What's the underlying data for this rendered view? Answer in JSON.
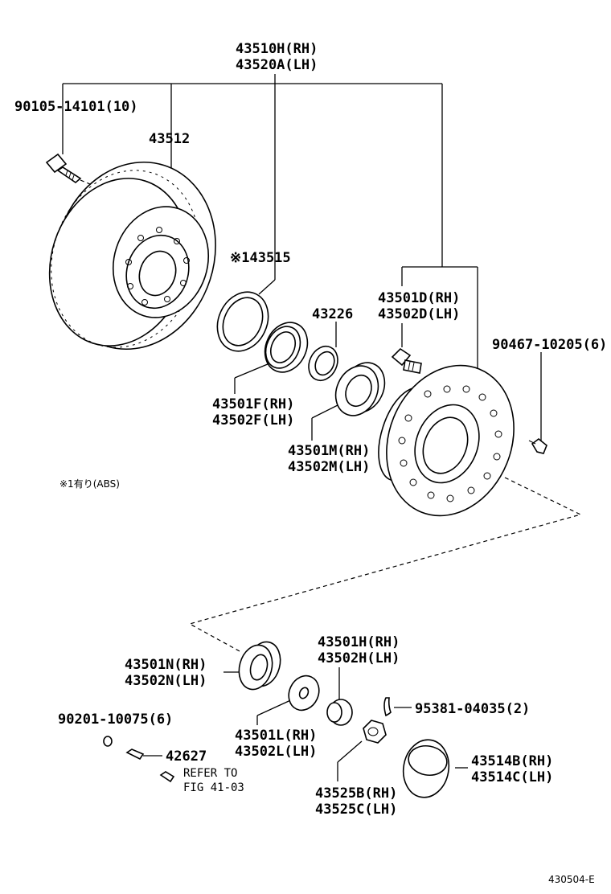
{
  "labels": {
    "assy_rh": "43510H(RH)",
    "assy_lh": "43520A(LH)",
    "bolt": "90105-14101(10)",
    "disc": "43512",
    "abs_ring": "※143515",
    "spacer": "43226",
    "oil_seal_rh": "43501F(RH)",
    "oil_seal_lh": "43502F(LH)",
    "inner_bearing_rh": "43501M(RH)",
    "inner_bearing_lh": "43502M(LH)",
    "hub_rh": "43501D(RH)",
    "hub_lh": "43502D(LH)",
    "screw": "90467-10205(6)",
    "abs_note": "※1有り(ABS)",
    "outer_bearing_rh": "43501N(RH)",
    "outer_bearing_lh": "43502N(LH)",
    "retainer_rh": "43501H(RH)",
    "retainer_lh": "43502H(LH)",
    "cotter_pin": "95381-04035(2)",
    "washer_rh": "43501L(RH)",
    "washer_lh": "43502L(LH)",
    "nut": "90201-10075(6)",
    "stud": "42627",
    "refer_1": "REFER TO",
    "refer_2": "FIG 41-03",
    "lock_nut_rh": "43525B(RH)",
    "lock_nut_lh": "43525C(LH)",
    "cap_rh": "43514B(RH)",
    "cap_lh": "43514C(LH)",
    "figure_id": "430504-E"
  }
}
